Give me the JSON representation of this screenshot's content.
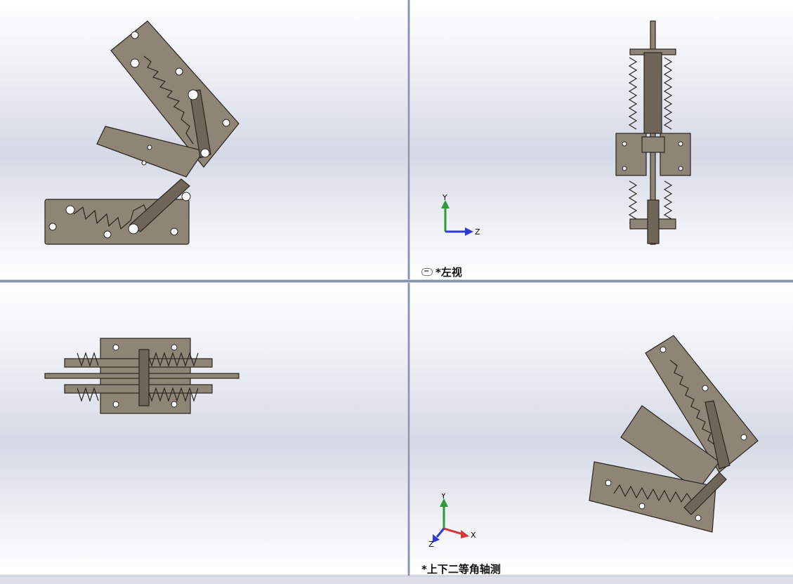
{
  "viewports": {
    "left_view": {
      "label": "*左视"
    },
    "iso_view": {
      "label": "*上下二等角轴测"
    }
  },
  "triad": {
    "y": "Y",
    "z": "Z",
    "x": "X"
  },
  "colors": {
    "part": "#8f8577",
    "x_axis": "#d23a3a",
    "y_axis": "#2e9a3a",
    "z_axis": "#2e3ad2"
  }
}
